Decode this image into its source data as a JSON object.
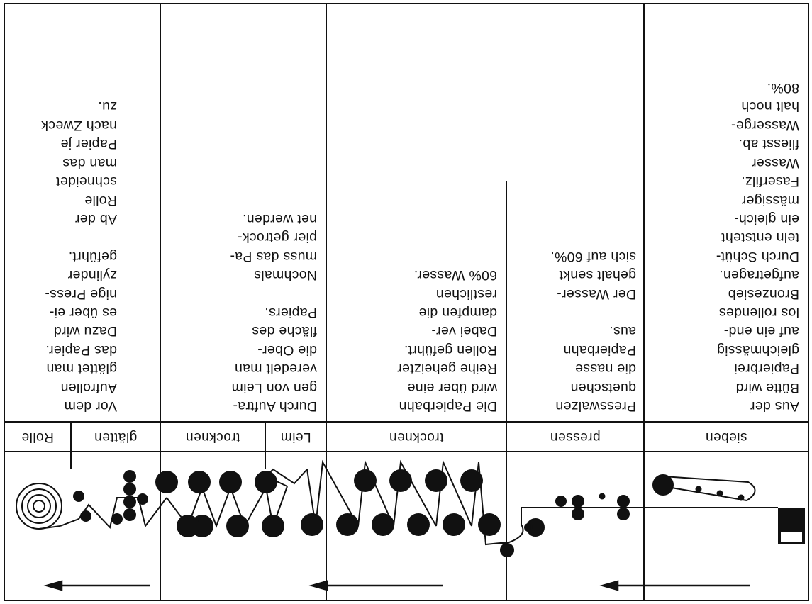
{
  "stages": [
    {
      "label": "sieben",
      "text": "Aus der\nBütte wird\nPapierbrei\ngleichmässig\nauf ein end-\nlos rollendes\nBronzesieb\naufgetragen.\nDurch Schüt-\nteln entsteht\nein gleich-\nmässiger\nFaserfilz.\nWasser\nfliesst ab.\nWasserge-\nhalt noch\n80%."
    },
    {
      "label": "pressen",
      "text": "Presswalzen\nquetschen\ndie nasse\nPapierbahn\naus.\n\nDer Wasser-\ngehalt senkt\nsich auf 60%."
    },
    {
      "label": "trocknen",
      "text": "Die Papierbahn\nwird über eine\nReihe geheizter\nRollen geführt.\nDabei ver-\ndampfen die\nrestlichen\n60% Wasser."
    },
    {
      "label": "Leim"
    },
    {
      "label": "trocknen",
      "text": "Durch Auftra-\ngen von Leim\nveredelt man\ndie Ober-\nfläche des\nPapiers.\n\nNochmals\nmuss das Pa-\npier getrock-\nnet werden."
    },
    {
      "label": "glätten",
      "text": "Vor dem\nAufrollen\nglättet man\ndas Papier.\nDazu wird\nes über ei-\nnige Press-\nzylinder\ngeführt.\n\nAb der\nRolle\nschneidet\nman das\nPapier je\nnach Zweck\nzu."
    },
    {
      "label": "Rolle"
    }
  ],
  "colors": {
    "ink": "#111111",
    "paper": "#ffffff"
  }
}
